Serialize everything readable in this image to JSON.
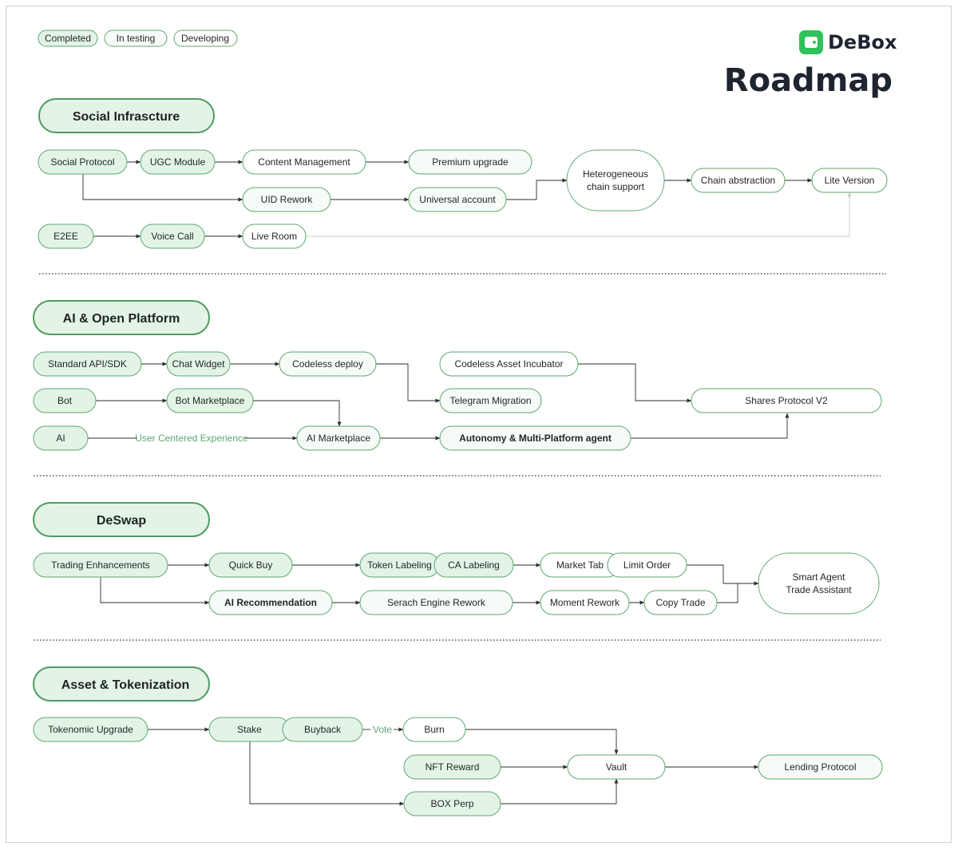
{
  "brand": {
    "name": "DeBox",
    "color": "#2fc15a",
    "logo_icon": "wallet-icon"
  },
  "title": "Roadmap",
  "legend": [
    {
      "label": "Completed",
      "status": "completed"
    },
    {
      "label": "In testing",
      "status": "testing"
    },
    {
      "label": "Developing",
      "status": "developing"
    }
  ],
  "colors": {
    "completed_fill": "#e3f4e6",
    "testing_fill": "#f6fbf7",
    "developing_fill": "#ffffff",
    "stroke": "#5fa671",
    "edge": "#2b2f2d"
  },
  "sections": [
    {
      "id": "social",
      "title": "Social Infrascture"
    },
    {
      "id": "ai",
      "title": "AI & Open Platform"
    },
    {
      "id": "deswap",
      "title": "DeSwap"
    },
    {
      "id": "asset",
      "title": "Asset & Tokenization"
    }
  ],
  "nodes": [
    {
      "id": "social_protocol",
      "label": "Social Protocol",
      "status": "completed"
    },
    {
      "id": "ugc_module",
      "label": "UGC Module",
      "status": "completed"
    },
    {
      "id": "content_mgmt",
      "label": "Content Management",
      "status": "developing"
    },
    {
      "id": "premium_upgrade",
      "label": "Premium upgrade",
      "status": "testing"
    },
    {
      "id": "uid_rework",
      "label": "UID Rework",
      "status": "testing"
    },
    {
      "id": "universal_account",
      "label": "Universal account",
      "status": "testing"
    },
    {
      "id": "hetero_chain",
      "label": "Heterogeneous chain support",
      "lines": [
        "Heterogeneous",
        "chain support"
      ],
      "status": "developing"
    },
    {
      "id": "chain_abstraction",
      "label": "Chain abstraction",
      "status": "developing"
    },
    {
      "id": "lite_version",
      "label": "Lite Version",
      "status": "developing"
    },
    {
      "id": "e2ee",
      "label": "E2EE",
      "status": "completed"
    },
    {
      "id": "voice_call",
      "label": "Voice Call",
      "status": "completed"
    },
    {
      "id": "live_room",
      "label": "Live Room",
      "status": "developing"
    },
    {
      "id": "std_api",
      "label": "Standard API/SDK",
      "status": "completed"
    },
    {
      "id": "chat_widget",
      "label": "Chat Widget",
      "status": "completed"
    },
    {
      "id": "codeless_deploy",
      "label": "Codeless deploy",
      "status": "testing"
    },
    {
      "id": "codeless_asset",
      "label": "Codeless Asset Incubator",
      "status": "developing"
    },
    {
      "id": "telegram_migration",
      "label": "Telegram Migration",
      "status": "testing"
    },
    {
      "id": "shares_v2",
      "label": "Shares Protocol V2",
      "status": "developing"
    },
    {
      "id": "bot",
      "label": "Bot",
      "status": "completed"
    },
    {
      "id": "bot_marketplace",
      "label": "Bot Marketplace",
      "status": "completed"
    },
    {
      "id": "ai_node",
      "label": "AI",
      "status": "completed"
    },
    {
      "id": "ai_marketplace",
      "label": "AI Marketplace",
      "status": "testing"
    },
    {
      "id": "autonomy_agent",
      "label": "Autonomy & Multi-Platform agent",
      "status": "testing",
      "bold": true
    },
    {
      "id": "trading_enh",
      "label": "Trading Enhancements",
      "status": "completed"
    },
    {
      "id": "quick_buy",
      "label": "Quick Buy",
      "status": "completed"
    },
    {
      "id": "token_labeling",
      "label": "Token Labeling",
      "status": "completed"
    },
    {
      "id": "ca_labeling",
      "label": "CA Labeling",
      "status": "completed"
    },
    {
      "id": "market_tab",
      "label": "Market Tab",
      "status": "developing"
    },
    {
      "id": "limit_order",
      "label": "Limit Order",
      "status": "developing"
    },
    {
      "id": "smart_agent",
      "label": "Smart Agent Trade Assistant",
      "lines": [
        "Smart Agent",
        "Trade Assistant"
      ],
      "status": "developing"
    },
    {
      "id": "ai_recommendation",
      "label": "AI Recommendation",
      "status": "testing",
      "bold": true
    },
    {
      "id": "search_rework",
      "label": "Serach Engine Rework",
      "status": "testing"
    },
    {
      "id": "moment_rework",
      "label": "Moment Rework",
      "status": "developing"
    },
    {
      "id": "copy_trade",
      "label": "Copy Trade",
      "status": "developing"
    },
    {
      "id": "tokenomic",
      "label": "Tokenomic Upgrade",
      "status": "completed"
    },
    {
      "id": "stake",
      "label": "Stake",
      "status": "completed"
    },
    {
      "id": "buyback",
      "label": "Buyback",
      "status": "completed"
    },
    {
      "id": "burn",
      "label": "Burn",
      "status": "developing"
    },
    {
      "id": "nft_reward",
      "label": "NFT Reward",
      "status": "completed"
    },
    {
      "id": "vault",
      "label": "Vault",
      "status": "developing"
    },
    {
      "id": "lending",
      "label": "Lending Protocol",
      "status": "testing"
    },
    {
      "id": "box_perp",
      "label": "BOX Perp",
      "status": "completed"
    }
  ],
  "edge_labels": {
    "user_centered": "User Centered Experience",
    "vote": "Vote"
  }
}
